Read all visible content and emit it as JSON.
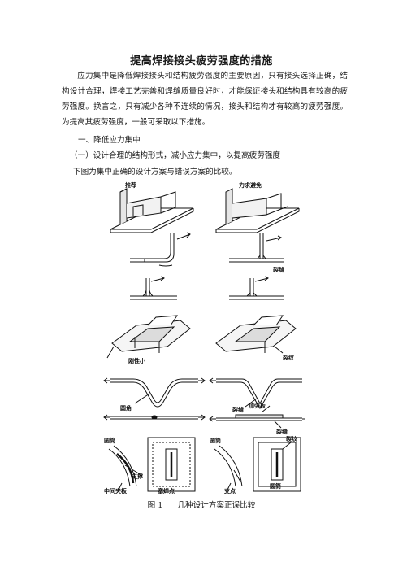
{
  "document": {
    "title": "提高焊接接头疲劳强度的措施",
    "intro": "应力集中是降低焊接接头和结构疲劳强度的主要原因，只有接头选择正确，结构设计合理，焊接工艺完善和焊缝质量良好时，才能保证接头和结构具有较高的疲劳强度。换言之，只有减少各种不连续的情况，接头和结构才有较高的疲劳强度。为提高其疲劳强度，一般可采取以下措施。",
    "section1": "一、降低应力集中",
    "subsection1": "（一）设计合理的结构形式，减小应力集中，以提高疲劳强度",
    "figure_intro": "下图为集中正确的设计方案与错误方案的比较。"
  },
  "figure": {
    "header_left": "推荐",
    "header_right": "力求避免",
    "labels": {
      "crack_1": "裂缝",
      "rigidity_small": "刚性小",
      "crack_2": "裂纹",
      "fillet": "圆角",
      "crack_3": "裂缝",
      "reinforcing_plate": "加强板",
      "crack_4": "裂缝",
      "cylinder_left": "圆筒",
      "middle_pad": "中间夹板",
      "support": "支撑",
      "plug_weld": "塞焊点",
      "cylinder_right": "圆筒",
      "crack_5": "裂纹",
      "pivot": "支点",
      "cylinder_right_2": "圆筒"
    },
    "caption_number": "图 1",
    "caption_text": "几种设计方案正误比较"
  }
}
